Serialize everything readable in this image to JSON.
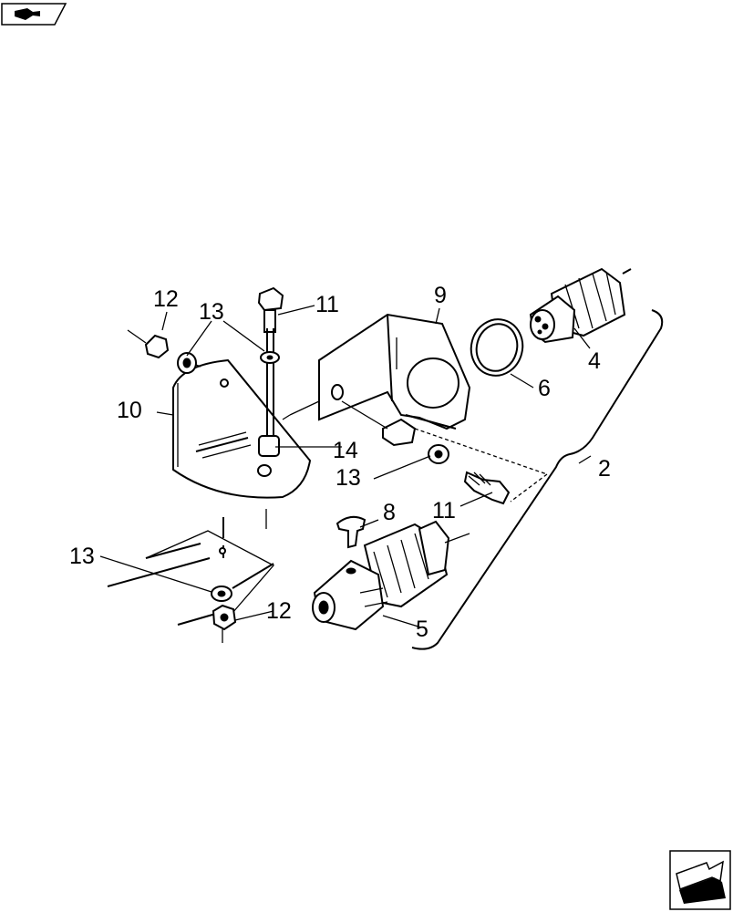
{
  "navigation": {
    "top_icon": "back-arrow-icon",
    "bottom_icon": "next-page-arrow-icon"
  },
  "callouts": {
    "c2": "2",
    "c4": "4",
    "c5": "5",
    "c6": "6",
    "c8": "8",
    "c9": "9",
    "c10": "10",
    "c11_top": "11",
    "c11_mid": "11",
    "c12_top": "12",
    "c12_bottom": "12",
    "c13_top": "13",
    "c13_mid": "13",
    "c13_left": "13",
    "c14": "14"
  }
}
